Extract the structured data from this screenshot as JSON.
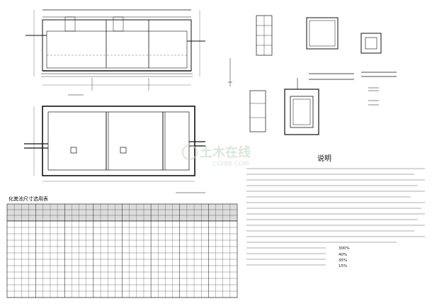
{
  "drawing": {
    "notes_title": "说明",
    "table_title": "化粪池尺寸选用表",
    "percentages": [
      "300%",
      "40%",
      "35%",
      "15%"
    ],
    "watermark_text": "土木在线",
    "watermark_url": "COI88.COM"
  },
  "colors": {
    "line": "#111111",
    "table_fill": "#dcdcdc",
    "watermark": "#b9d4c0"
  }
}
